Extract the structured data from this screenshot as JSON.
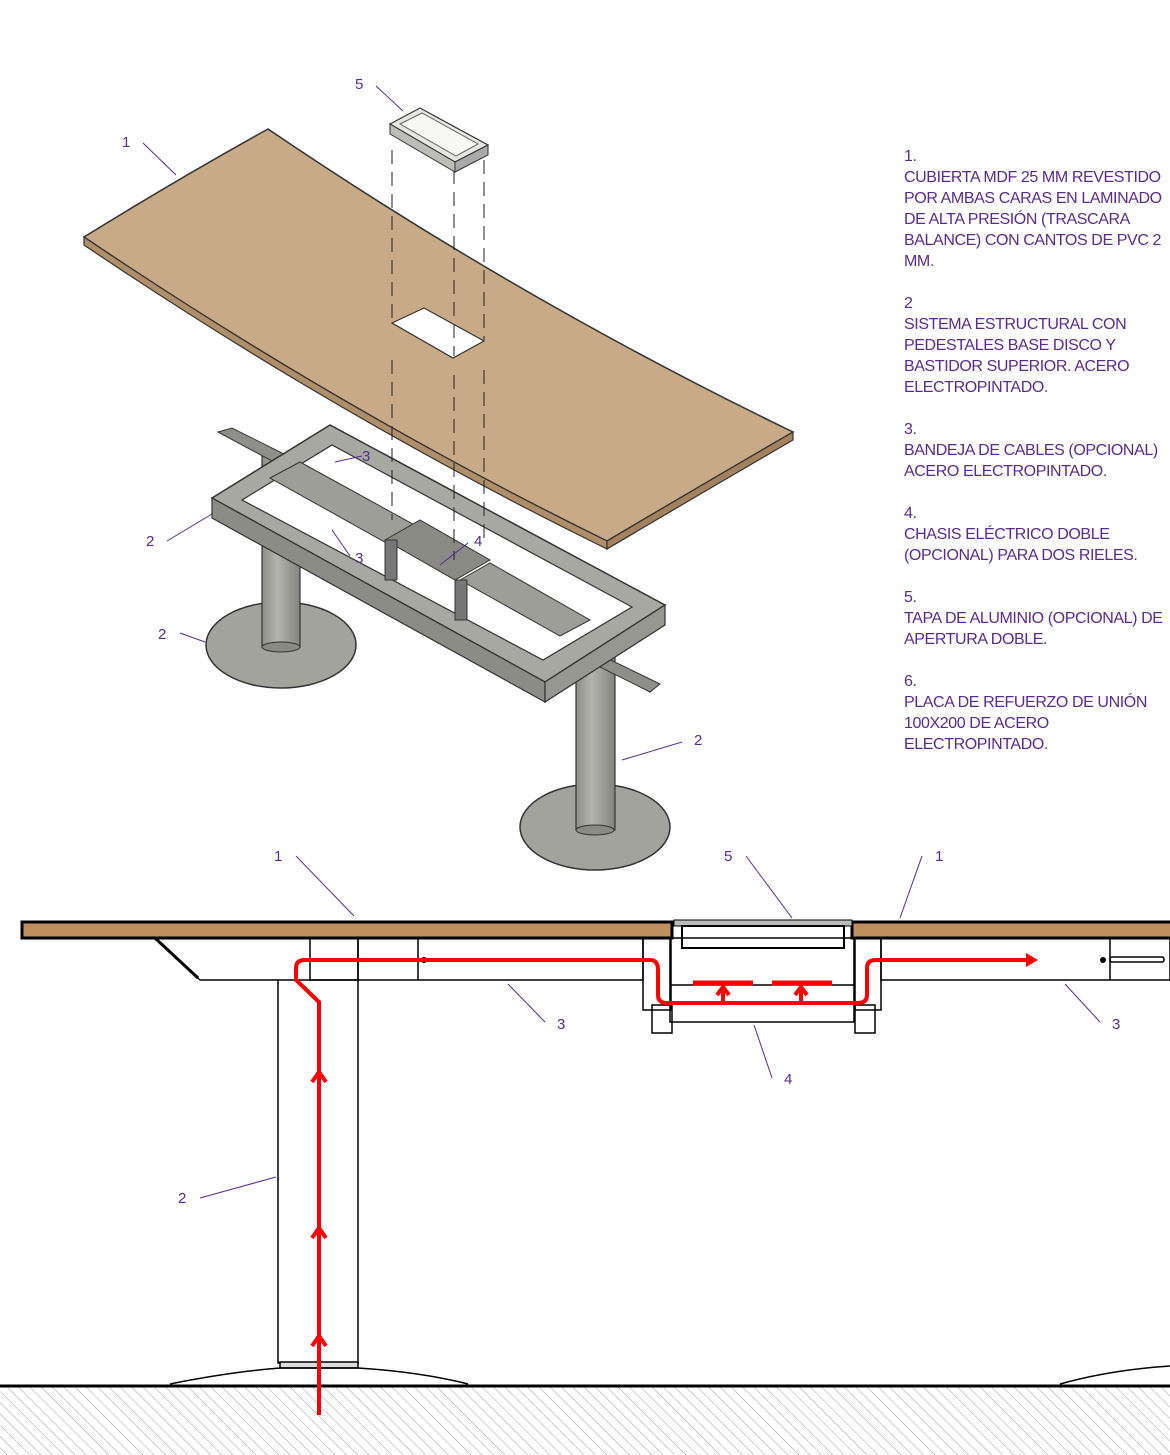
{
  "notes": [
    {
      "num": "1.",
      "text": "CUBIERTA MDF 25 MM REVESTIDO POR AMBAS CARAS EN LAMINADO DE ALTA PRESIÓN (TRASCARA BALANCE) CON CANTOS DE PVC 2 MM."
    },
    {
      "num": "2",
      "text": "SISTEMA ESTRUCTURAL CON PEDESTALES BASE DISCO Y BASTIDOR SUPERIOR. ACERO ELECTROPINTADO."
    },
    {
      "num": "3.",
      "text": "BANDEJA DE CABLES (OPCIONAL) ACERO ELECTROPINTADO."
    },
    {
      "num": "4.",
      "text": "CHASIS ELÉCTRICO DOBLE (OPCIONAL) PARA DOS RIELES."
    },
    {
      "num": "5.",
      "text": "TAPA DE ALUMINIO (OPCIONAL) DE APERTURA DOBLE."
    },
    {
      "num": "6.",
      "text": "PLACA DE REFUERZO DE UNIÓN 100X200 DE ACERO ELECTROPINTADO."
    }
  ],
  "iso_labels": {
    "l1": "1",
    "l5": "5",
    "l3a": "3",
    "l3b": "3",
    "l4": "4",
    "l2a": "2",
    "l2b": "2",
    "l2c": "2"
  },
  "section_labels": {
    "l1a": "1",
    "l5": "5",
    "l1b": "1",
    "l3a": "3",
    "l3b": "3",
    "l4": "4",
    "l2": "2"
  },
  "colors": {
    "wood": "#c8aa88",
    "wood_section": "#c0905e",
    "steel": "#9a9a94",
    "cable": "#ff0000",
    "label": "#5b2a8e"
  }
}
